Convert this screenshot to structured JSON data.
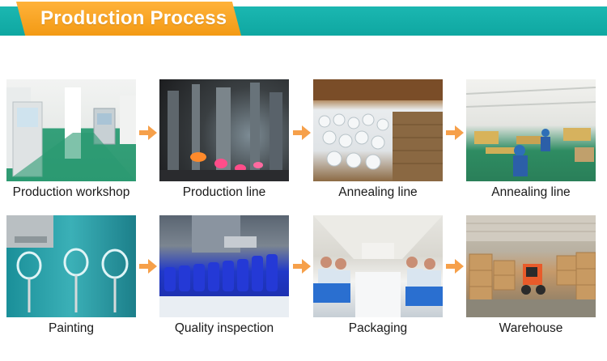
{
  "header": {
    "title": "Production Process"
  },
  "colors": {
    "banner_teal": "#13ADA7",
    "tab_orange": "#F7A11F",
    "arrow_orange": "#F6A04A"
  },
  "steps": [
    {
      "label": "Production workshop"
    },
    {
      "label": "Production line"
    },
    {
      "label": "Annealing line"
    },
    {
      "label": "Annealing line"
    },
    {
      "label": "Painting"
    },
    {
      "label": "Quality inspection"
    },
    {
      "label": "Packaging"
    },
    {
      "label": "Warehouse"
    }
  ],
  "icons": {
    "arrow": "arrow-right-icon"
  }
}
